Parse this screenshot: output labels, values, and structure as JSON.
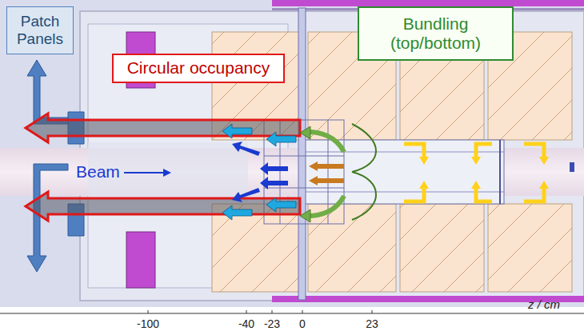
{
  "diagram": {
    "nodes": [
      {
        "text": [
          "Patch Panels"
        ]
      },
      {
        "text": [
          "Circular occupancy"
        ]
      },
      {
        "text": [
          "Bundling (top/bottom)"
        ]
      }
    ],
    "edges": [],
    "labels": [
      "Beam",
      "-100",
      "-40",
      "-23",
      "0",
      "23",
      "z / cm"
    ]
  }
}
